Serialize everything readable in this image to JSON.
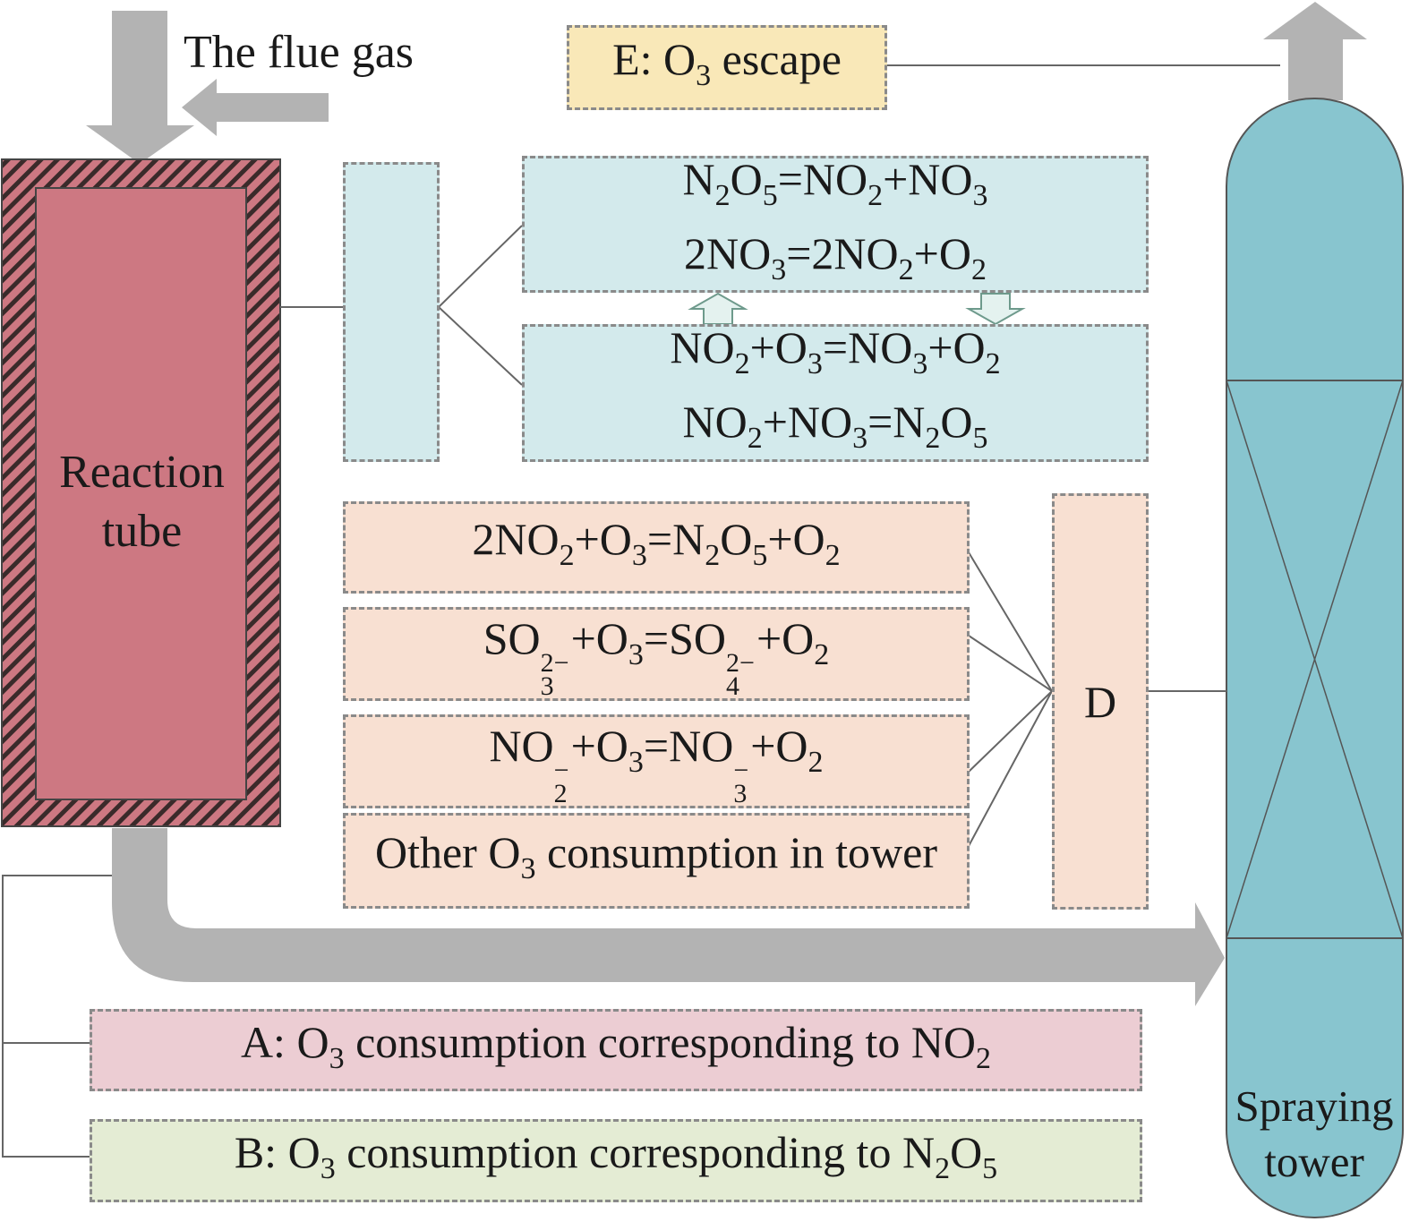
{
  "flue_gas_label": "The flue gas",
  "reaction_tube_label": [
    "Reaction",
    "tube"
  ],
  "spraying_tower_label": [
    "Spraying",
    "tower"
  ],
  "label_D": "D",
  "label_E": [
    "E: O",
    "3",
    " escape"
  ],
  "label_A": [
    "A: O",
    "3",
    " consumption corresponding to NO",
    "2"
  ],
  "label_B": [
    "B: O",
    "3",
    " consumption corresponding to N",
    "2",
    "O",
    "5"
  ],
  "label_other": [
    "Other O",
    "3",
    " consumption in tower"
  ],
  "eq1": [
    "N",
    "2",
    "O",
    "5",
    "=NO",
    "2",
    "+NO",
    "3"
  ],
  "eq2": [
    "2NO",
    "3",
    "=2NO",
    "2",
    "+O",
    "2"
  ],
  "eq3": [
    "NO",
    "2",
    "+O",
    "3",
    "=NO",
    "3",
    "+O",
    "2"
  ],
  "eq4": [
    "NO",
    "2",
    "+NO",
    "3",
    "=N",
    "2",
    "O",
    "5"
  ],
  "eq5": [
    "2NO",
    "2",
    "+O",
    "3",
    "=N",
    "2",
    "O",
    "5",
    "+O",
    "2"
  ],
  "eq6": [
    "SO",
    "2−",
    "3",
    "+O",
    "3",
    "=SO",
    "2−",
    "4",
    "+O",
    "2"
  ],
  "eq7": [
    "NO",
    "−",
    "2",
    "+O",
    "3",
    "=NO",
    "−",
    "3",
    "+O",
    "2"
  ],
  "colors": {
    "reaction_tube": "#cd7882",
    "reaction_tube_hatch": "#3a2a2a",
    "spraying_tower": "#88c5cf",
    "arrow_gray": "#b3b3b3",
    "connector": "#666666"
  }
}
